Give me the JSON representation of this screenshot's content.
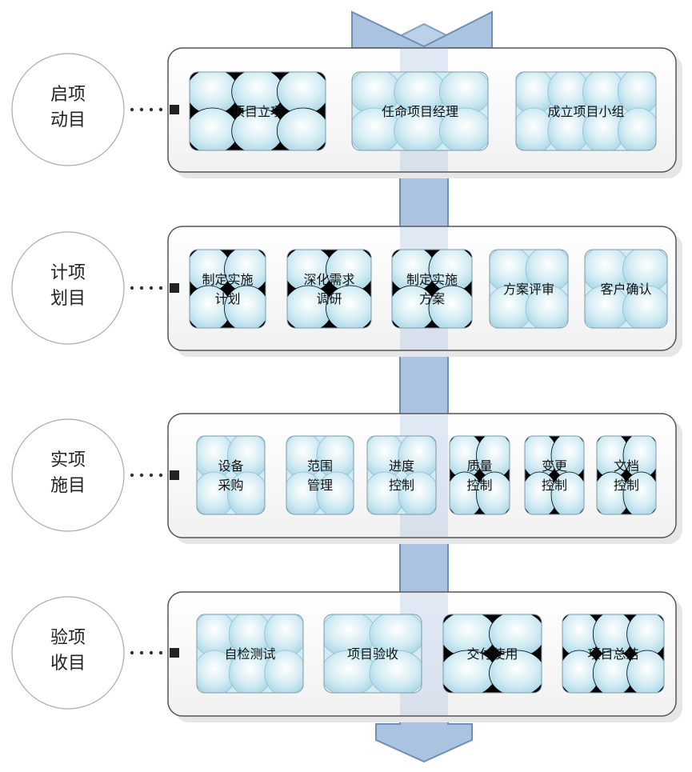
{
  "stages": [
    {
      "label_lines": [
        "启项",
        "动目"
      ],
      "tasks": [
        {
          "lines": [
            "项目立项"
          ],
          "style": "dark"
        },
        {
          "lines": [
            "任命项目经理"
          ],
          "style": "light"
        },
        {
          "lines": [
            "成立项目小组"
          ],
          "style": "light"
        }
      ]
    },
    {
      "label_lines": [
        "计项",
        "划目"
      ],
      "tasks": [
        {
          "lines": [
            "制定实施",
            "计划"
          ],
          "style": "dark"
        },
        {
          "lines": [
            "深化需求",
            "调研"
          ],
          "style": "dark"
        },
        {
          "lines": [
            "制定实施",
            "方案"
          ],
          "style": "dark"
        },
        {
          "lines": [
            "方案评审"
          ],
          "style": "light"
        },
        {
          "lines": [
            "客户确认"
          ],
          "style": "light"
        }
      ]
    },
    {
      "label_lines": [
        "实项",
        "施目"
      ],
      "tasks": [
        {
          "lines": [
            "设备",
            "采购"
          ],
          "style": "light"
        },
        {
          "lines": [
            "范围",
            "管理"
          ],
          "style": "light"
        },
        {
          "lines": [
            "进度",
            "控制"
          ],
          "style": "light"
        },
        {
          "lines": [
            "质量",
            "控制"
          ],
          "style": "dark"
        },
        {
          "lines": [
            "变更",
            "控制"
          ],
          "style": "dark"
        },
        {
          "lines": [
            "文档",
            "控制"
          ],
          "style": "dark"
        }
      ]
    },
    {
      "label_lines": [
        "验项",
        "收目"
      ],
      "tasks": [
        {
          "lines": [
            "自检测试"
          ],
          "style": "light"
        },
        {
          "lines": [
            "项目验收"
          ],
          "style": "light"
        },
        {
          "lines": [
            "交付使用"
          ],
          "style": "dark"
        },
        {
          "lines": [
            "项目总结"
          ],
          "style": "dark"
        }
      ]
    }
  ],
  "colors": {
    "arrow": "#a9c3e0",
    "arrow_stroke": "#6f8fb3",
    "panel_fill": "#ffffff",
    "panel_stroke": "#555555",
    "bubble_fill": "#d7eef5",
    "bubble_dark": "#000000",
    "circle_stroke": "#aaaaaa"
  }
}
